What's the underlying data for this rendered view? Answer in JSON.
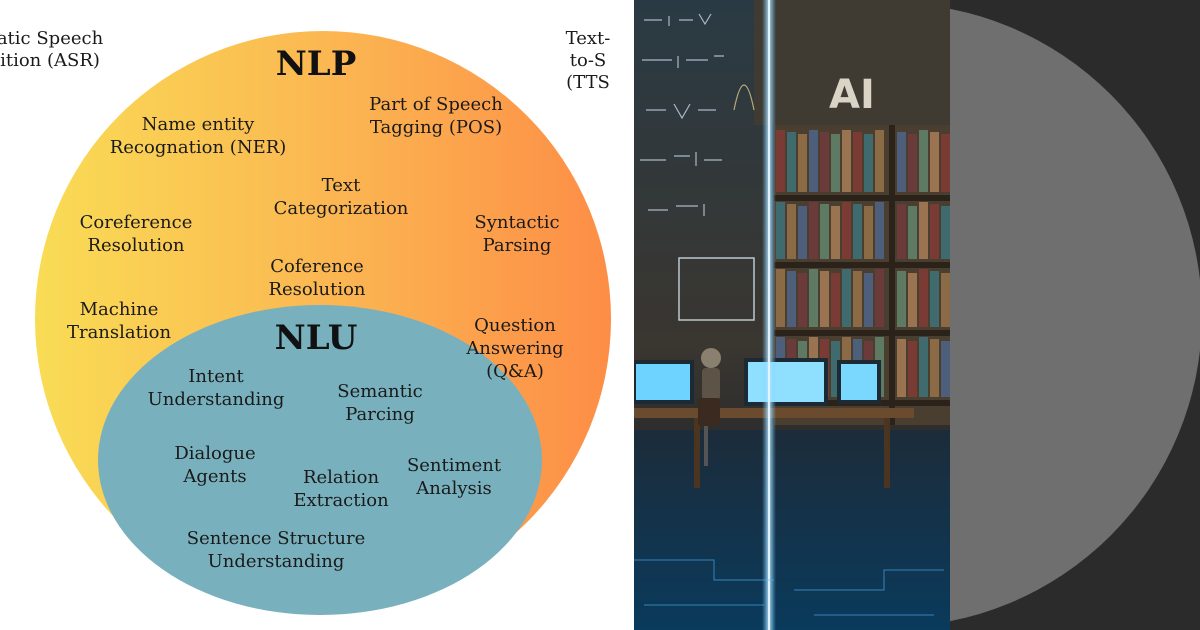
{
  "diagram": {
    "outside_left": "atic Speech\nition (ASR)",
    "outside_right": "Text-to-S\n(TTS",
    "outer_title": "NLP",
    "inner_title": "NLU",
    "outer_items": [
      "Name entity\nRecognation (NER)",
      "Part of Speech\nTagging (POS)",
      "Text\nCategorization",
      "Coreference\nResolution",
      "Syntactic\nParsing",
      "Coference\nResolution",
      "Machine\nTranslation",
      "Question\nAnswering\n(Q&A)"
    ],
    "inner_items": [
      "Intent\nUnderstanding",
      "Semantic\nParcing",
      "Dialogue\nAgents",
      "Relation\nExtraction",
      "Sentiment\nAnalysis",
      "Sentence Structure\nUnderstanding"
    ],
    "colors": {
      "outer_left": "#f9dc55",
      "outer_right": "#fd8d46",
      "inner": "#78b1bd"
    }
  },
  "image_panel": {
    "sign_text": "AI"
  }
}
